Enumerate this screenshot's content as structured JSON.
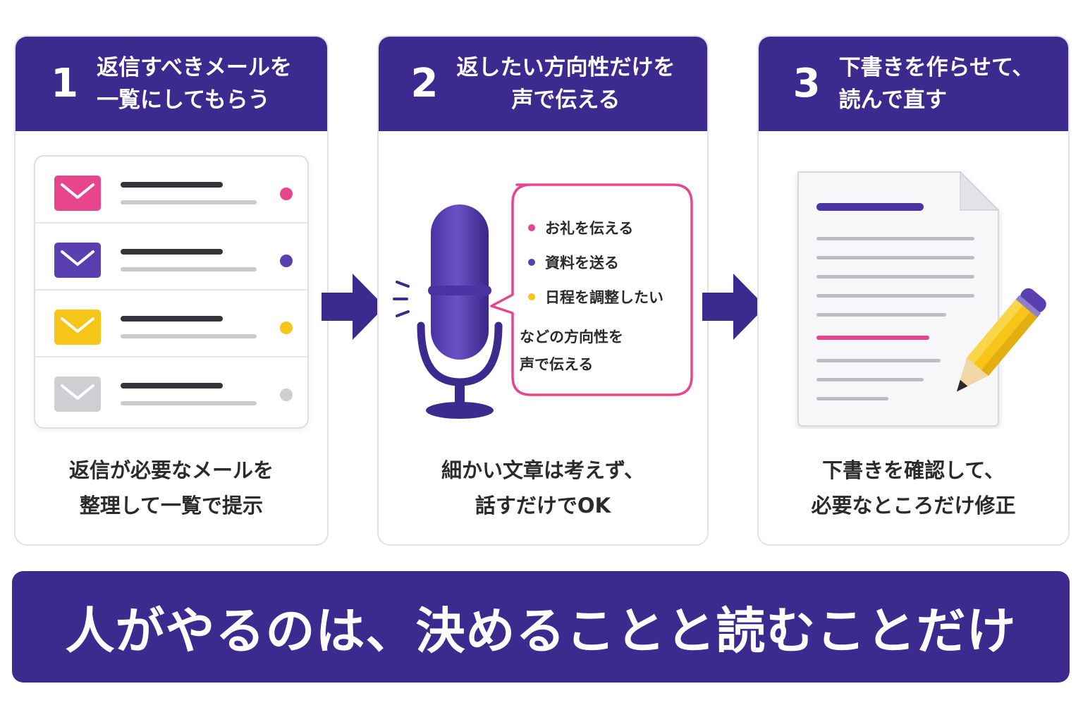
{
  "steps": [
    {
      "number": "1",
      "title": "返信すべきメールを\n一覧にしてもらう",
      "caption": "返信が必要なメールを\n整理して一覧で提示"
    },
    {
      "number": "2",
      "title": "返したい方向性だけを\n声で伝える",
      "caption": "細かい文章は考えず、\n話すだけでOK"
    },
    {
      "number": "3",
      "title": "下書きを作らせて、\n読んで直す",
      "caption": "下書きを確認して、\n必要なところだけ修正"
    }
  ],
  "mail_list": {
    "items": [
      {
        "icon": "envelope-icon",
        "color": "#e8458f"
      },
      {
        "icon": "envelope-icon",
        "color": "#5a3fb0"
      },
      {
        "icon": "envelope-icon",
        "color": "#f5c518"
      },
      {
        "icon": "envelope-icon",
        "color": "#cfcfd3"
      }
    ]
  },
  "speech_bubble": {
    "bullets": [
      {
        "text": "お礼を伝える",
        "color": "#e8458f"
      },
      {
        "text": "資料を送る",
        "color": "#5a3fb0"
      },
      {
        "text": "日程を調整したい",
        "color": "#f5c518"
      }
    ],
    "closing_line1": "などの方向性を",
    "closing_line2": "声で伝える"
  },
  "icons": {
    "microphone": "microphone-icon",
    "document": "document-icon",
    "pencil": "pencil-icon",
    "arrow": "arrow-right-icon"
  },
  "colors": {
    "primary": "#3d2a8f",
    "accent_pink": "#e8458f",
    "accent_purple": "#5a3fb0",
    "accent_yellow": "#f5c518"
  },
  "banner": {
    "text": "人がやるのは、決めることと読むことだけ"
  }
}
